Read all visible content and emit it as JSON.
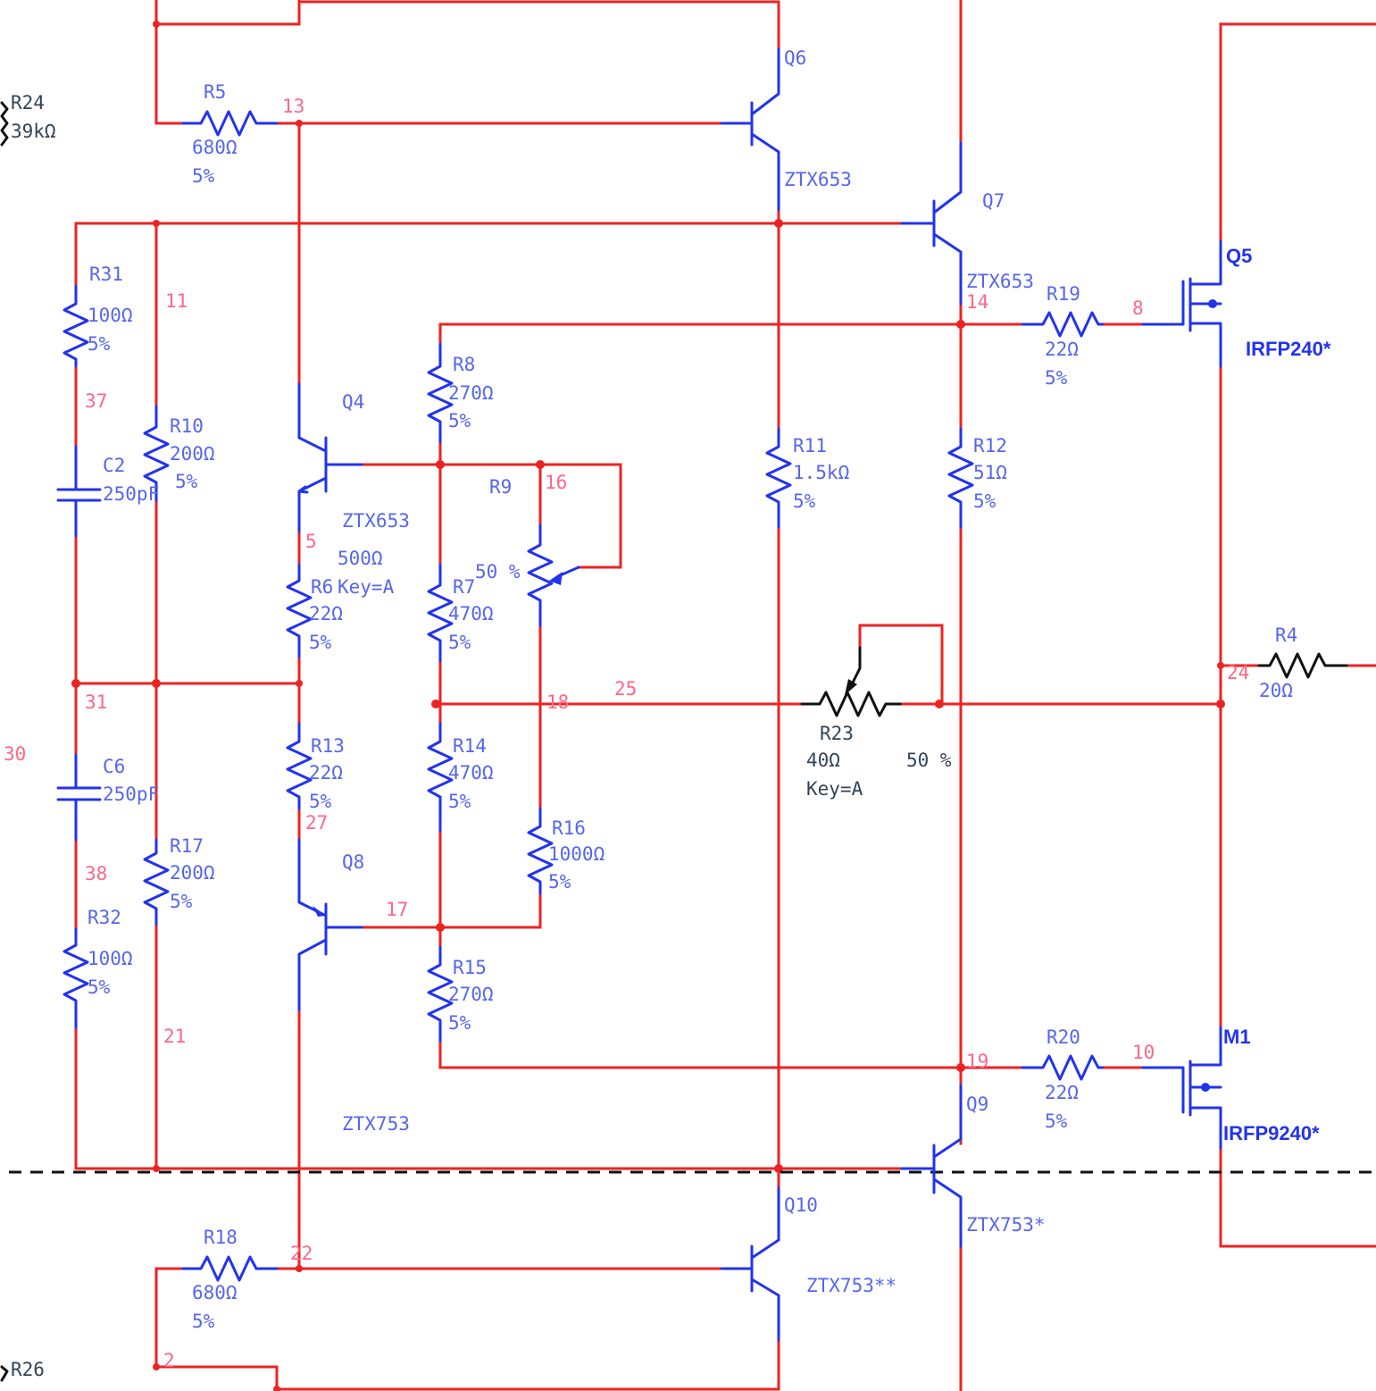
{
  "labels": {
    "r24": {
      "name": "R24",
      "value": "39kΩ"
    },
    "r5": {
      "name": "R5",
      "value": "680Ω",
      "tol": "5%"
    },
    "q6": {
      "name": "Q6",
      "part": "ZTX653"
    },
    "q7": {
      "name": "Q7",
      "part": "ZTX653"
    },
    "q5": {
      "name": "Q5",
      "part": "IRFP240*"
    },
    "r31": {
      "name": "R31",
      "value": "100Ω",
      "tol": "5%"
    },
    "r19": {
      "name": "R19",
      "value": "22Ω",
      "tol": "5%"
    },
    "r8": {
      "name": "R8",
      "value": "270Ω",
      "tol": "5%"
    },
    "q4": {
      "name": "Q4",
      "part": "ZTX653"
    },
    "r10": {
      "name": "R10",
      "value": "200Ω",
      "tol": "5%"
    },
    "c2": {
      "name": "C2",
      "value": "250pF"
    },
    "r11": {
      "name": "R11",
      "value": "1.5kΩ",
      "tol": "5%"
    },
    "r12": {
      "name": "R12",
      "value": "51Ω",
      "tol": "5%"
    },
    "r9": {
      "name": "R9",
      "value": "500Ω",
      "setting": "50 %",
      "key": "Key=A"
    },
    "r6": {
      "name": "R6",
      "value": "22Ω",
      "tol": "5%"
    },
    "r7": {
      "name": "R7",
      "value": "470Ω",
      "tol": "5%"
    },
    "r4": {
      "name": "R4",
      "value": "20Ω"
    },
    "r23": {
      "name": "R23",
      "value": "40Ω",
      "setting": "50 %",
      "key": "Key=A"
    },
    "r13": {
      "name": "R13",
      "value": "22Ω",
      "tol": "5%"
    },
    "r14": {
      "name": "R14",
      "value": "470Ω",
      "tol": "5%"
    },
    "c6": {
      "name": "C6",
      "value": "250pF"
    },
    "r16": {
      "name": "R16",
      "value": "1000Ω",
      "tol": "5%"
    },
    "r17": {
      "name": "R17",
      "value": "200Ω",
      "tol": "5%"
    },
    "q8": {
      "name": "Q8",
      "part": "ZTX753"
    },
    "r32": {
      "name": "R32",
      "value": "100Ω",
      "tol": "5%"
    },
    "r15": {
      "name": "R15",
      "value": "270Ω",
      "tol": "5%"
    },
    "r20": {
      "name": "R20",
      "value": "22Ω",
      "tol": "5%"
    },
    "m1": {
      "name": "M1",
      "part": "IRFP9240*"
    },
    "q9": {
      "name": "Q9",
      "part": "ZTX753*"
    },
    "q10": {
      "name": "Q10",
      "part": "ZTX753**"
    },
    "r18": {
      "name": "R18",
      "value": "680Ω",
      "tol": "5%"
    },
    "r26": {
      "name": "R26"
    }
  },
  "nodes": {
    "n13": "13",
    "n11": "11",
    "n14": "14",
    "n8": "8",
    "n37": "37",
    "n16": "16",
    "n5": "5",
    "n24": "24",
    "n25": "25",
    "n31": "31",
    "n18": "18",
    "n30": "30",
    "n27": "27",
    "n38": "38",
    "n17": "17",
    "n21": "21",
    "n10": "10",
    "n19": "19",
    "n22": "22",
    "n2": "2"
  },
  "colors": {
    "wire": "#ee2222",
    "component": "#2233ee",
    "label": "#5566ee",
    "net_label": "#ff6688",
    "background": "#ffffff"
  }
}
